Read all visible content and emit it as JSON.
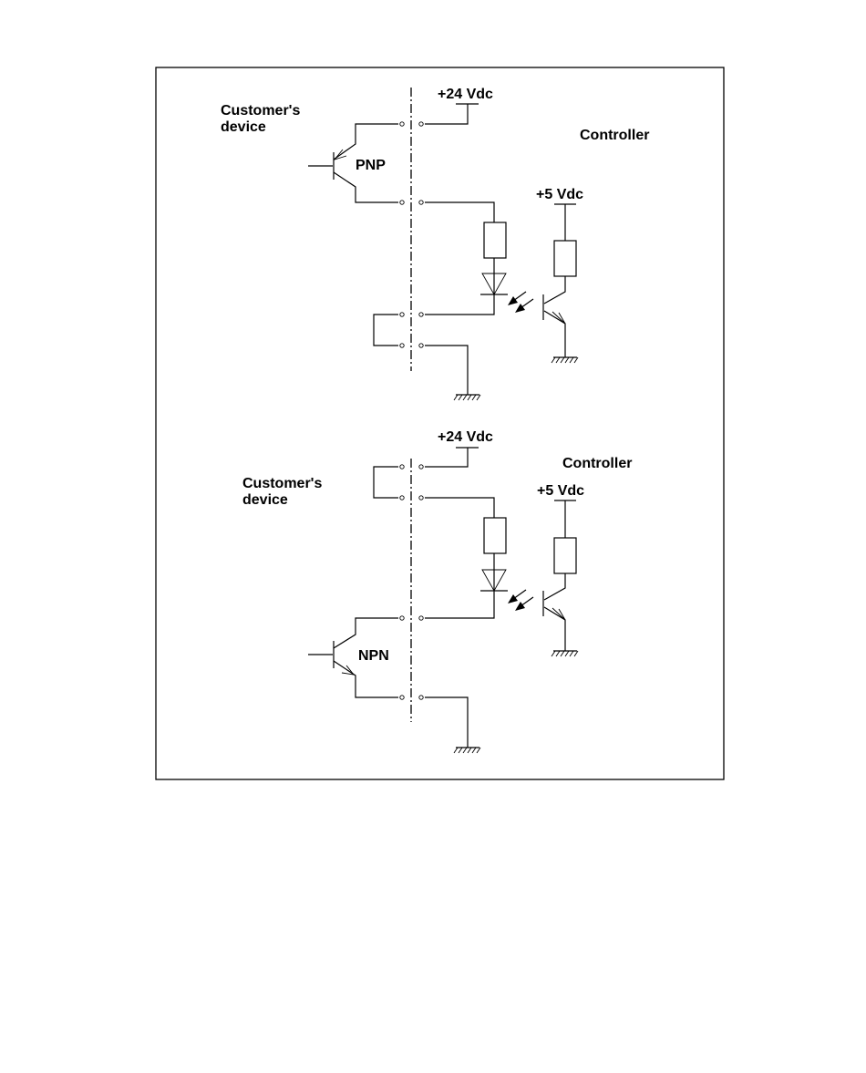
{
  "pnp_circuit": {
    "customer_label_line1": "Customer's",
    "customer_label_line2": "device",
    "supply_24v": "+24 Vdc",
    "controller_label": "Controller",
    "transistor_label": "PNP",
    "supply_5v": "+5 Vdc"
  },
  "npn_circuit": {
    "customer_label_line1": "Customer's",
    "customer_label_line2": "device",
    "supply_24v": "+24 Vdc",
    "controller_label": "Controller",
    "transistor_label": "NPN",
    "supply_5v": "+5 Vdc"
  }
}
